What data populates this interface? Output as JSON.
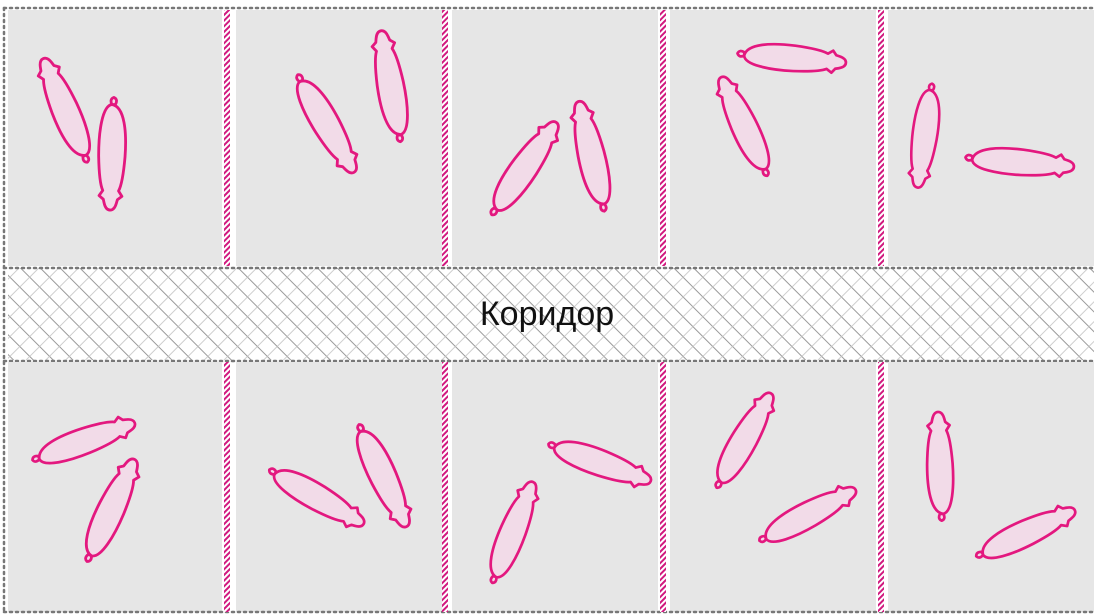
{
  "corridor": {
    "label": "Коридор"
  },
  "colors": {
    "pen_floor": "#e6e6e6",
    "pen_border": "#777777",
    "divider": "#d1197f",
    "pig_outline": "#e3187f",
    "pig_fill": "#f2dbe8",
    "corridor_hatch": "#8a8a8a"
  },
  "layout": {
    "rows": [
      "top",
      "bottom"
    ],
    "pens_per_row": 5,
    "pigs_per_pen": 2
  }
}
